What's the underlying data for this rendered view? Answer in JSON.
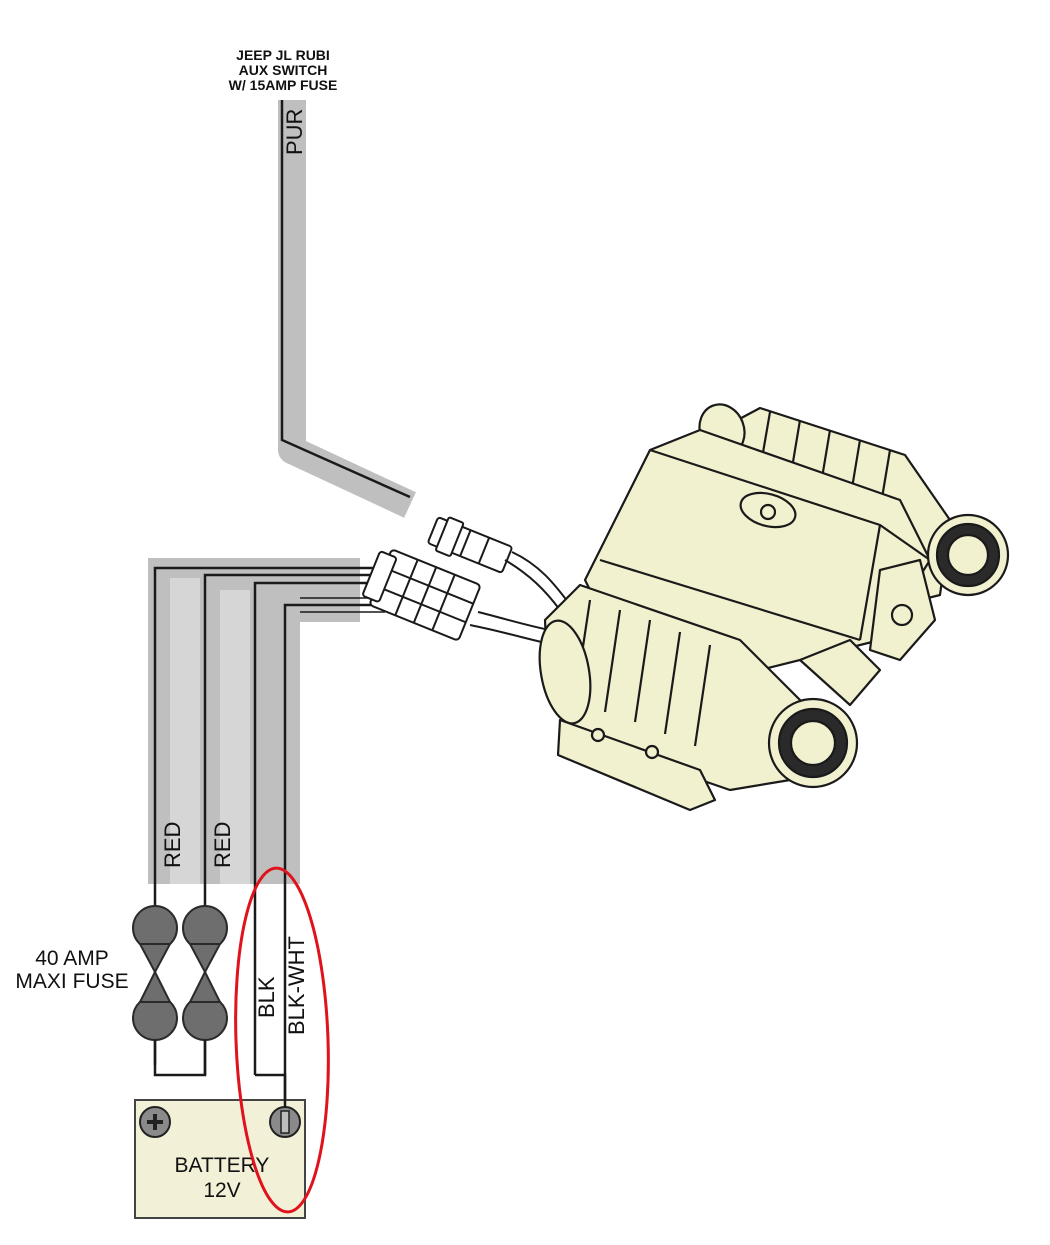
{
  "switch_label": {
    "line1": "JEEP JL RUBI",
    "line2": "AUX SWITCH",
    "line3": "W/ 15AMP FUSE"
  },
  "wires": {
    "purple": "PUR",
    "red_1": "RED",
    "red_2": "RED",
    "black": "BLK",
    "black_white": "BLK-WHT"
  },
  "fuse_label": {
    "line1": "40 AMP",
    "line2": "MAXI FUSE"
  },
  "battery": {
    "line1": "BATTERY",
    "line2": "12V"
  },
  "colors": {
    "sheath": "#bfbfbf",
    "wire": "#1a1a1a",
    "fuse": "#6e6e6e",
    "battery_fill": "#f2f1d8",
    "compressor_fill": "#f1f0cf",
    "highlight": "#e0121c"
  }
}
